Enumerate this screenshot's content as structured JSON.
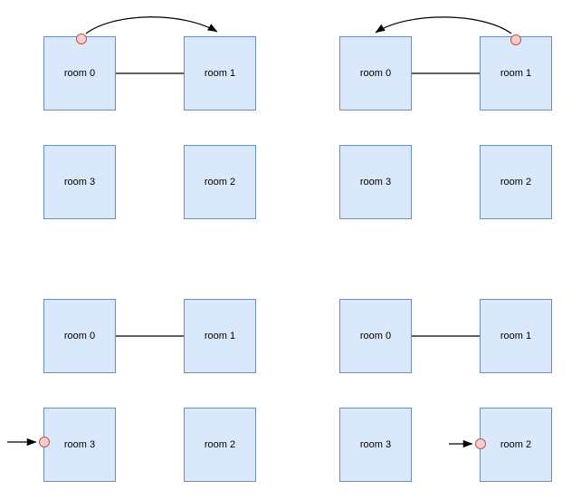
{
  "diagram": {
    "colors": {
      "room_fill": "#dae8fc",
      "room_border": "#6c8ebf",
      "marker_fill": "#f8cecc",
      "marker_border": "#b85450",
      "connector": "#000000",
      "background": "#ffffff"
    },
    "panels": [
      {
        "name": "top-left",
        "rooms": [
          {
            "label": "room 0"
          },
          {
            "label": "room 1"
          },
          {
            "label": "room 3"
          },
          {
            "label": "room 2"
          }
        ],
        "edges": [
          {
            "from": "room 0",
            "to": "room 1",
            "type": "line"
          }
        ],
        "agent_marker": {
          "room": "room 0",
          "edge": "top"
        },
        "action_arrow": {
          "from": "room 0",
          "to": "room 1",
          "shape": "curved"
        }
      },
      {
        "name": "top-right",
        "rooms": [
          {
            "label": "room 0"
          },
          {
            "label": "room 1"
          },
          {
            "label": "room 3"
          },
          {
            "label": "room 2"
          }
        ],
        "edges": [
          {
            "from": "room 0",
            "to": "room 1",
            "type": "line"
          }
        ],
        "agent_marker": {
          "room": "room 1",
          "edge": "top"
        },
        "action_arrow": {
          "from": "room 1",
          "to": "room 0",
          "shape": "curved"
        }
      },
      {
        "name": "bottom-left",
        "rooms": [
          {
            "label": "room 0"
          },
          {
            "label": "room 1"
          },
          {
            "label": "room 3"
          },
          {
            "label": "room 2"
          }
        ],
        "edges": [
          {
            "from": "room 0",
            "to": "room 1",
            "type": "line"
          }
        ],
        "agent_marker": {
          "room": "room 3",
          "edge": "left"
        },
        "action_arrow": {
          "to": "room 3",
          "shape": "straight",
          "from_direction": "left"
        }
      },
      {
        "name": "bottom-right",
        "rooms": [
          {
            "label": "room 0"
          },
          {
            "label": "room 1"
          },
          {
            "label": "room 3"
          },
          {
            "label": "room 2"
          }
        ],
        "edges": [
          {
            "from": "room 0",
            "to": "room 1",
            "type": "line"
          }
        ],
        "agent_marker": {
          "room": "room 2",
          "edge": "left"
        },
        "action_arrow": {
          "to": "room 2",
          "shape": "straight",
          "from_direction": "left"
        }
      }
    ]
  }
}
